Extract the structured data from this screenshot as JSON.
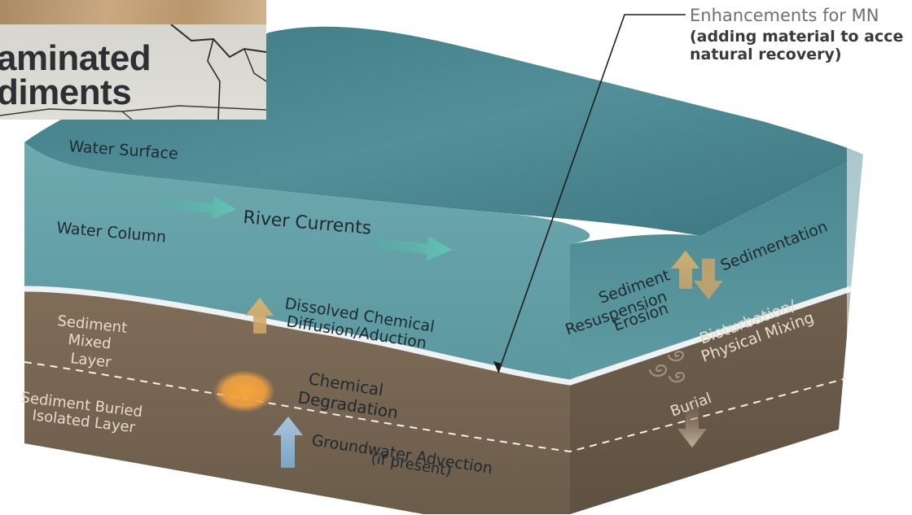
{
  "inset": {
    "line1": "aminated",
    "line2": "diments"
  },
  "callout": {
    "title": "Enhancements for MN",
    "line1": "(adding material to acce",
    "line2": "natural recovery)"
  },
  "labels": {
    "water_surface": "Water Surface",
    "water_column": "Water Column",
    "river_currents": "River Currents",
    "dissolved_1": "Dissolved Chemical",
    "dissolved_2": "Diffusion/Aduction",
    "mixed_1": "Sediment",
    "mixed_2": "Mixed",
    "mixed_3": "Layer",
    "buried_1": "Sediment Buried",
    "buried_2": "Isolated Layer",
    "degradation_1": "Chemical",
    "degradation_2": "Degradation",
    "groundwater_1": "Groundwater Advection",
    "groundwater_2": "(if present)",
    "resuspension_1": "Sediment",
    "resuspension_2": "Resuspension",
    "resuspension_3": "Erosion",
    "sedimentation": "Sedimentation",
    "bioturbation_1": "Bioturbation/",
    "bioturbation_2": "Physical Mixing",
    "burial": "Burial"
  },
  "colors": {
    "water_top": "#4f8c95",
    "water_front": "#5f9ea7",
    "water_side": "#4a858e",
    "sediment_front": "#7d6c58",
    "sediment_side": "#6e5e4c",
    "surface_line": "#e9edf0",
    "current_arrow": "#5cc0ae",
    "up_arrow": "#d8a85d",
    "blue_arrow": "#8fb4cf",
    "degradation_blob": "#f2a23d"
  },
  "icons": [
    "arrow-right-icon",
    "arrow-up-icon",
    "arrow-down-icon",
    "swirl-icon"
  ]
}
